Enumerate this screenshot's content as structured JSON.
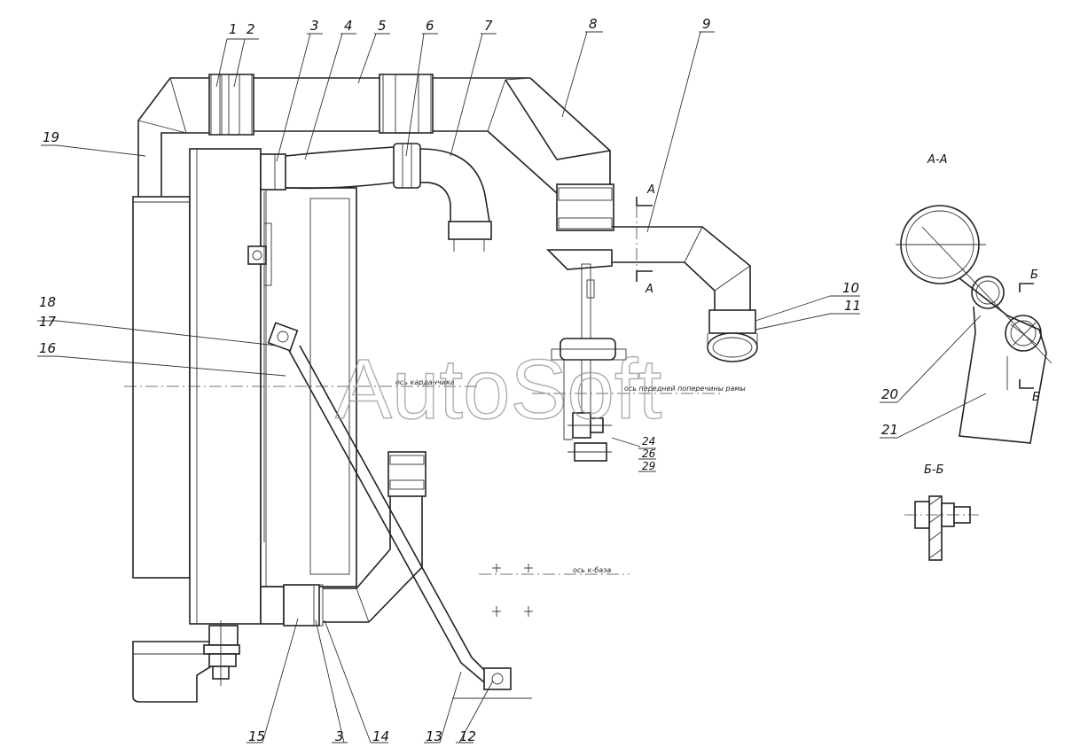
{
  "watermark": "AutoSoft",
  "section_labels": {
    "aa": "А-А",
    "bb": "Б-Б",
    "cut_a_top": "А",
    "cut_a_bottom": "А",
    "cut_b_top": "Б",
    "cut_b_bottom": "Б"
  },
  "axis_notes": {
    "radiator_axis": "ось карданчика",
    "wheelbase_axis": "ось к-база",
    "frame_axis": "ось передней поперечины рамы"
  },
  "callouts": [
    "1",
    "2",
    "3",
    "4",
    "5",
    "6",
    "7",
    "8",
    "9",
    "10",
    "11",
    "12",
    "13",
    "14",
    "15",
    "16",
    "17",
    "18",
    "19",
    "20",
    "21",
    "3"
  ],
  "callouts_stacked": [
    "24",
    "26",
    "29"
  ]
}
